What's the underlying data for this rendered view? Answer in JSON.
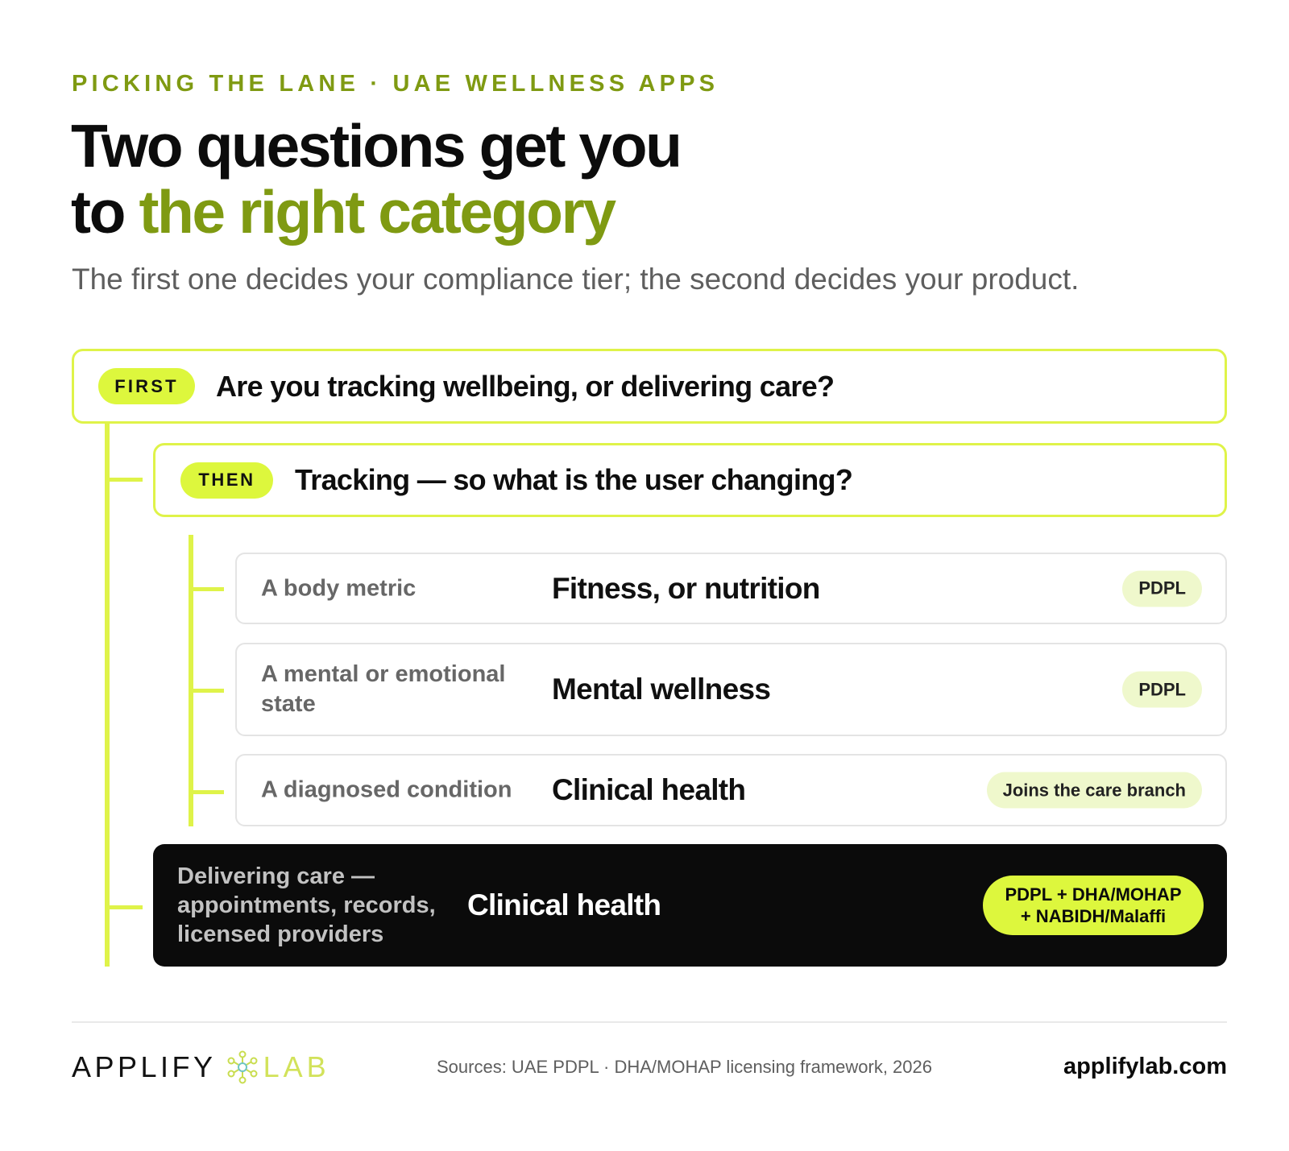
{
  "eyebrow": "PICKING THE LANE · UAE WELLNESS APPS",
  "headline": {
    "line1": "Two questions get you",
    "line2_prefix": "to ",
    "line2_accent": "the right category"
  },
  "subtitle": "The first one decides your compliance tier; the second decides your product.",
  "first_question": {
    "pill": "FIRST",
    "text": "Are you tracking wellbeing, or delivering care?"
  },
  "then_question": {
    "pill": "THEN",
    "text": "Tracking — so what is the user changing?"
  },
  "options": [
    {
      "label": "A body metric",
      "result": "Fitness, or nutrition",
      "tag": "PDPL"
    },
    {
      "label": "A mental or emotional state",
      "result": "Mental wellness",
      "tag": "PDPL"
    },
    {
      "label": "A diagnosed condition",
      "result": "Clinical health",
      "tag": "Joins the care branch"
    }
  ],
  "care": {
    "label": "Delivering care — appointments, records, licensed providers",
    "result": "Clinical health",
    "tag_line1": "PDPL + DHA/MOHAP",
    "tag_line2": "+ NABIDH/Malaffi"
  },
  "footer": {
    "brand_left": "APPLIFY",
    "brand_right": "LAB",
    "brand_icon": "molecule-icon",
    "sources": "Sources: UAE PDPL · DHA/MOHAP licensing framework, 2026",
    "site": "applifylab.com"
  },
  "colors": {
    "accent_text": "#7f9a12",
    "lime": "#ddf73d",
    "lime_border": "#dff349",
    "tag_bg": "#eff8cc",
    "dark_card": "#0b0b0b"
  }
}
